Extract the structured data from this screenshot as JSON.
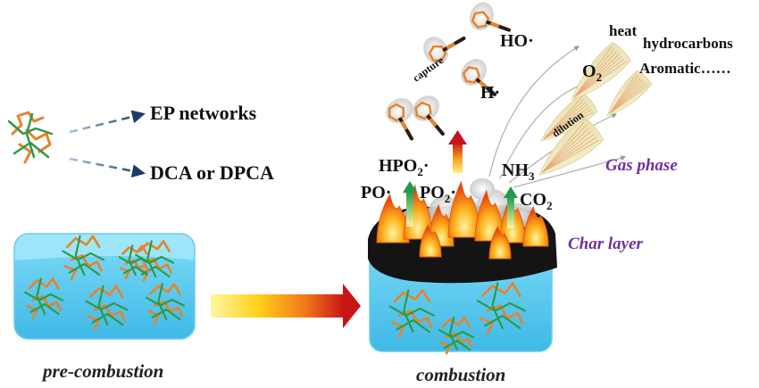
{
  "legend": {
    "ep_networks": "EP networks",
    "dca_dpca": "DCA or DPCA"
  },
  "captions": {
    "pre_combustion": "pre-combustion",
    "combustion": "combustion"
  },
  "radicals": {
    "ho": "HO·",
    "h": "H·",
    "hpo2": "HPO",
    "hpo2_sub": "2",
    "hpo2_dot": "·",
    "po": "PO·",
    "po2": "PO",
    "po2_sub": "2",
    "po2_dot": "·"
  },
  "gases": {
    "nh3": "NH",
    "nh3_sub": "3",
    "co2": "CO",
    "co2_sub": "2",
    "o2": "O",
    "o2_sub": "2",
    "heat": "heat",
    "hydrocarbons": "hydrocarbons",
    "aromatic": "Aromatic……"
  },
  "annotations": {
    "capture": "capture",
    "dilution": "dilution"
  },
  "phases": {
    "gas_phase": "Gas phase",
    "char_layer": "Char layer"
  },
  "colors": {
    "block_fill": "#5ed0f2",
    "block_top": "#8fe2fb",
    "char": "#1a1a1a",
    "flame_outer": "#e85a12",
    "flame_inner": "#ffc21c",
    "chain_orange": "#e8822a",
    "chain_green": "#2f9a45",
    "purple_label": "#7030a0",
    "dash_arrow": "#2a3f66"
  },
  "icons": [
    "molecule-cluster-icon",
    "flame-icon",
    "char-layer-icon",
    "ring-molecule-icon",
    "gas-plume-icon",
    "gradient-arrow-icon",
    "smoke-icon"
  ]
}
